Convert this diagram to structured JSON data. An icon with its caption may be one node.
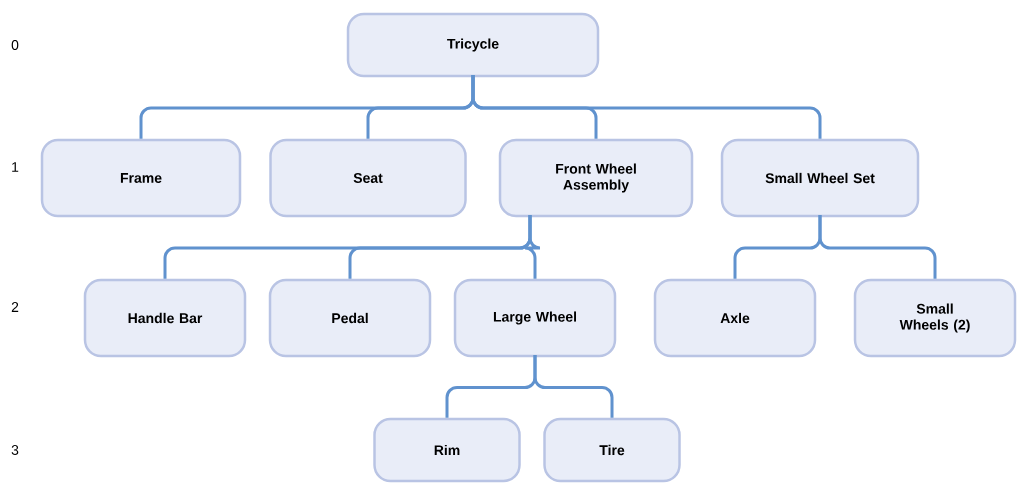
{
  "diagram": {
    "nodes": [
      {
        "text": [
          "Tricycle"
        ]
      },
      {
        "text": [
          "Frame"
        ]
      },
      {
        "text": [
          "Seat"
        ]
      },
      {
        "text": [
          "Front Wheel Assembly"
        ]
      },
      {
        "text": [
          "Small Wheel Set"
        ]
      },
      {
        "text": [
          "Handle Bar"
        ]
      },
      {
        "text": [
          "Pedal"
        ]
      },
      {
        "text": [
          "Large Wheel"
        ]
      },
      {
        "text": [
          "Axle"
        ]
      },
      {
        "text": [
          "Small Wheels (2)"
        ]
      },
      {
        "text": [
          "Rim"
        ]
      },
      {
        "text": [
          "Tire"
        ]
      }
    ],
    "edges": [
      {
        "from": 0,
        "to": 1,
        "arrow": "none"
      },
      {
        "from": 0,
        "to": 2,
        "arrow": "none"
      },
      {
        "from": 0,
        "to": 3,
        "arrow": "none"
      },
      {
        "from": 0,
        "to": 4,
        "arrow": "none"
      },
      {
        "from": 3,
        "to": 5,
        "arrow": "none"
      },
      {
        "from": 3,
        "to": 6,
        "arrow": "none"
      },
      {
        "from": 3,
        "to": 7,
        "arrow": "none"
      },
      {
        "from": 4,
        "to": 8,
        "arrow": "none"
      },
      {
        "from": 4,
        "to": 9,
        "arrow": "none"
      },
      {
        "from": 7,
        "to": 10,
        "arrow": "none"
      },
      {
        "from": 7,
        "to": 11,
        "arrow": "none"
      }
    ],
    "labels": [
      "0",
      "1",
      "2",
      "3"
    ]
  }
}
